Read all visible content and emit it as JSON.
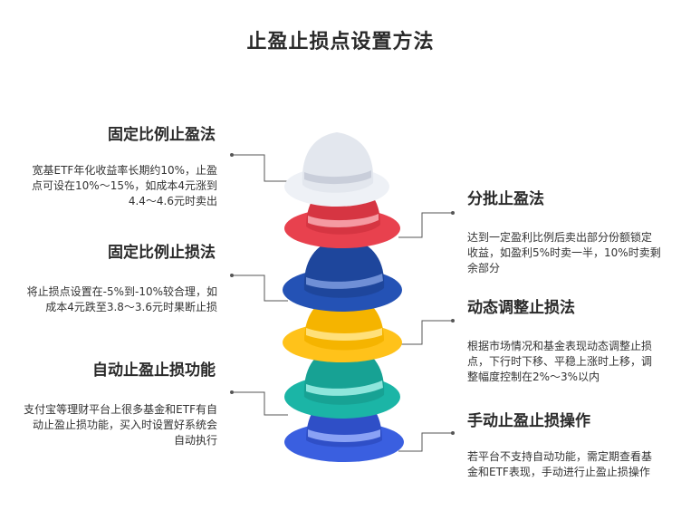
{
  "title": "止盈止损点设置方法",
  "colors": {
    "hat1": "#eef1f6",
    "hat2": "#e8414e",
    "hat3": "#2452b5",
    "hat4": "#ffc21a",
    "hat5": "#1bb5a6",
    "hat6": "#3a5fe0",
    "connector": "#555555"
  },
  "items": [
    {
      "side": "left",
      "heading": "固定比例止盈法",
      "body": "宽基ETF年化收益率长期约10%，止盈点可设在10%～15%，如成本4元涨到4.4～4.6元时卖出"
    },
    {
      "side": "right",
      "heading": "分批止盈法",
      "body": "达到一定盈利比例后卖出部分份额锁定收益，如盈利5%时卖一半，10%时卖剩余部分"
    },
    {
      "side": "left",
      "heading": "固定比例止损法",
      "body": "将止损点设置在-5%到-10%较合理，如成本4元跌至3.8～3.6元时果断止损"
    },
    {
      "side": "right",
      "heading": "动态调整止损法",
      "body": "根据市场情况和基金表现动态调整止损点，下行时下移、平稳上涨时上移，调整幅度控制在2%～3%以内"
    },
    {
      "side": "left",
      "heading": "自动止盈止损功能",
      "body": "支付宝等理财平台上很多基金和ETF有自动止盈止损功能，买入时设置好系统会自动执行"
    },
    {
      "side": "right",
      "heading": "手动止盈止损操作",
      "body": "若平台不支持自动功能，需定期查看基金和ETF表现，手动进行止盈止损操作"
    }
  ]
}
